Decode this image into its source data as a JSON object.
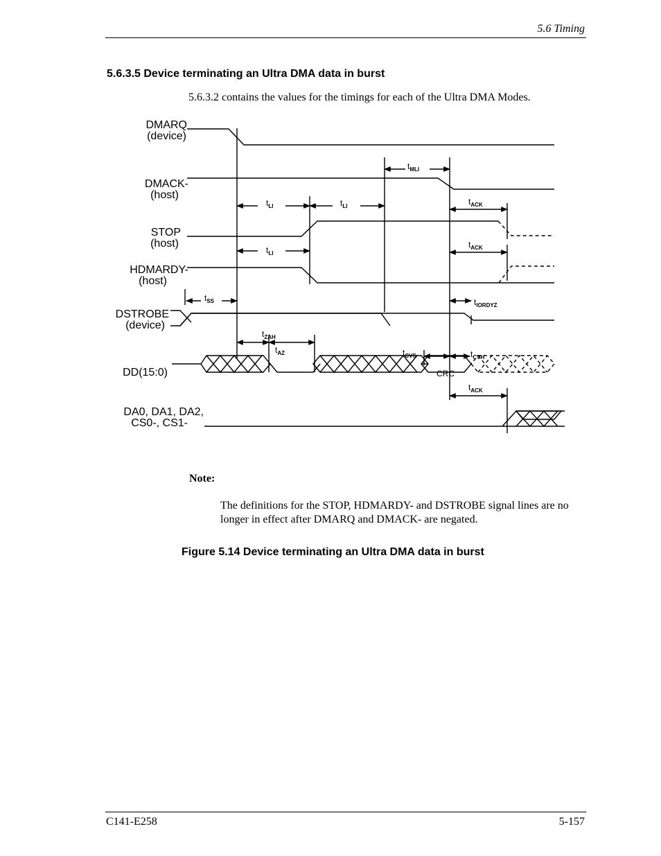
{
  "header": {
    "text": "5.6  Timing"
  },
  "section": {
    "heading": "5.6.3.5  Device terminating an Ultra DMA data in burst"
  },
  "intro": {
    "text": "5.6.3.2 contains the values for the timings for each of the Ultra DMA Modes."
  },
  "diagram": {
    "signals": [
      [
        "DMARQ",
        "(device)"
      ],
      [
        "DMACK-",
        "(host)"
      ],
      [
        "STOP",
        "(host)"
      ],
      [
        "HDMARDY-",
        "(host)"
      ],
      [
        "DSTROBE",
        "(device)"
      ],
      [
        "DD(15:0)"
      ],
      [
        "DA0, DA1, DA2,",
        "CS0-, CS1-"
      ]
    ],
    "timings": {
      "t": "t",
      "mli": "MLI",
      "li": "LI",
      "ack": "ACK",
      "ss": "SS",
      "iordyz": "IORDYZ",
      "zah": "ZAH",
      "az": "AZ",
      "cvs": "CVS",
      "cvh": "CVH"
    },
    "crc_label": "CRC"
  },
  "note": {
    "label": "Note:",
    "body": "The definitions for the STOP, HDMARDY- and DSTROBE signal lines are no longer in effect after DMARQ and DMACK- are negated."
  },
  "figure": {
    "caption": "Figure 5.14  Device terminating an Ultra DMA data in burst"
  },
  "footer": {
    "left": "C141-E258",
    "right": "5-157"
  }
}
